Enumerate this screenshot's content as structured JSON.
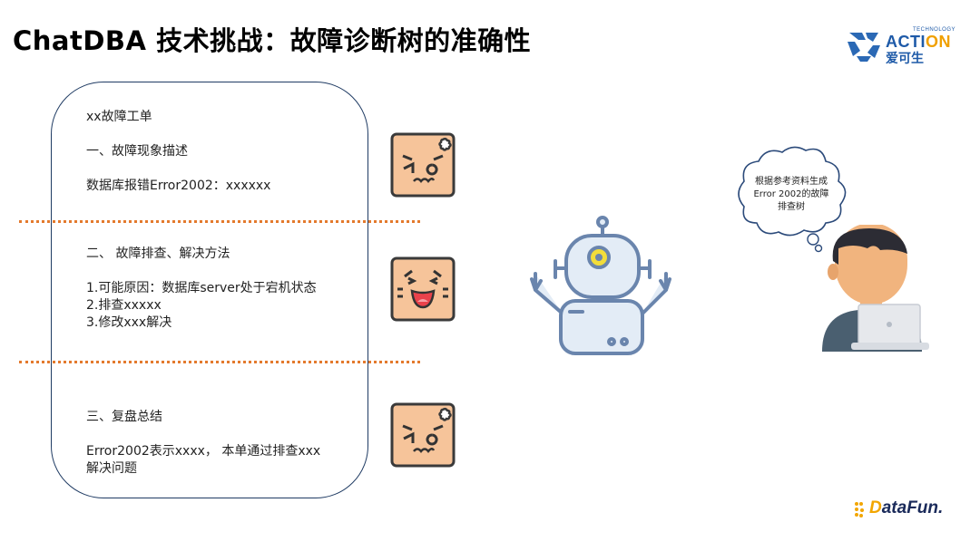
{
  "title": "ChatDBA 技术挑战：故障诊断树的准确性",
  "logo": {
    "brand_main": "ACTI",
    "brand_on": "ON",
    "brand_tech": "TECHNOLOGY",
    "brand_cn": "爱可生"
  },
  "ticket": {
    "heading": "xx故障工单",
    "section1_title": "一、故障现象描述",
    "section1_body": "数据库报错Error2002：xxxxxx",
    "section2_title": "二、 故障排查、解决方法",
    "section2_lines": [
      "1.可能原因：数据库server处于宕机状态",
      "2.排查xxxxx",
      "3.修改xxx解决"
    ],
    "section3_title": "三、复盘总结",
    "section3_lines": [
      "Error2002表示xxxx， 本单通过排查xxx",
      "解决问题"
    ]
  },
  "thought_bubble": {
    "lines": [
      "根据参考资料生成",
      "Error  2002的故障",
      "排查树"
    ]
  },
  "footer_logo": {
    "d": "D",
    "rest": "ataFun."
  },
  "colors": {
    "divider": "#e47a2d",
    "box_border": "#1f3b63",
    "emoji_bg": "#f6c49a",
    "robot_fill": "#e3ecf6",
    "robot_stroke": "#6a85ad",
    "robot_eye": "#f2dd3a"
  },
  "icons": [
    "angry-face-icon",
    "laughing-face-icon",
    "angry-face-icon",
    "robot-icon",
    "person-with-laptop-icon",
    "thought-cloud-icon"
  ]
}
